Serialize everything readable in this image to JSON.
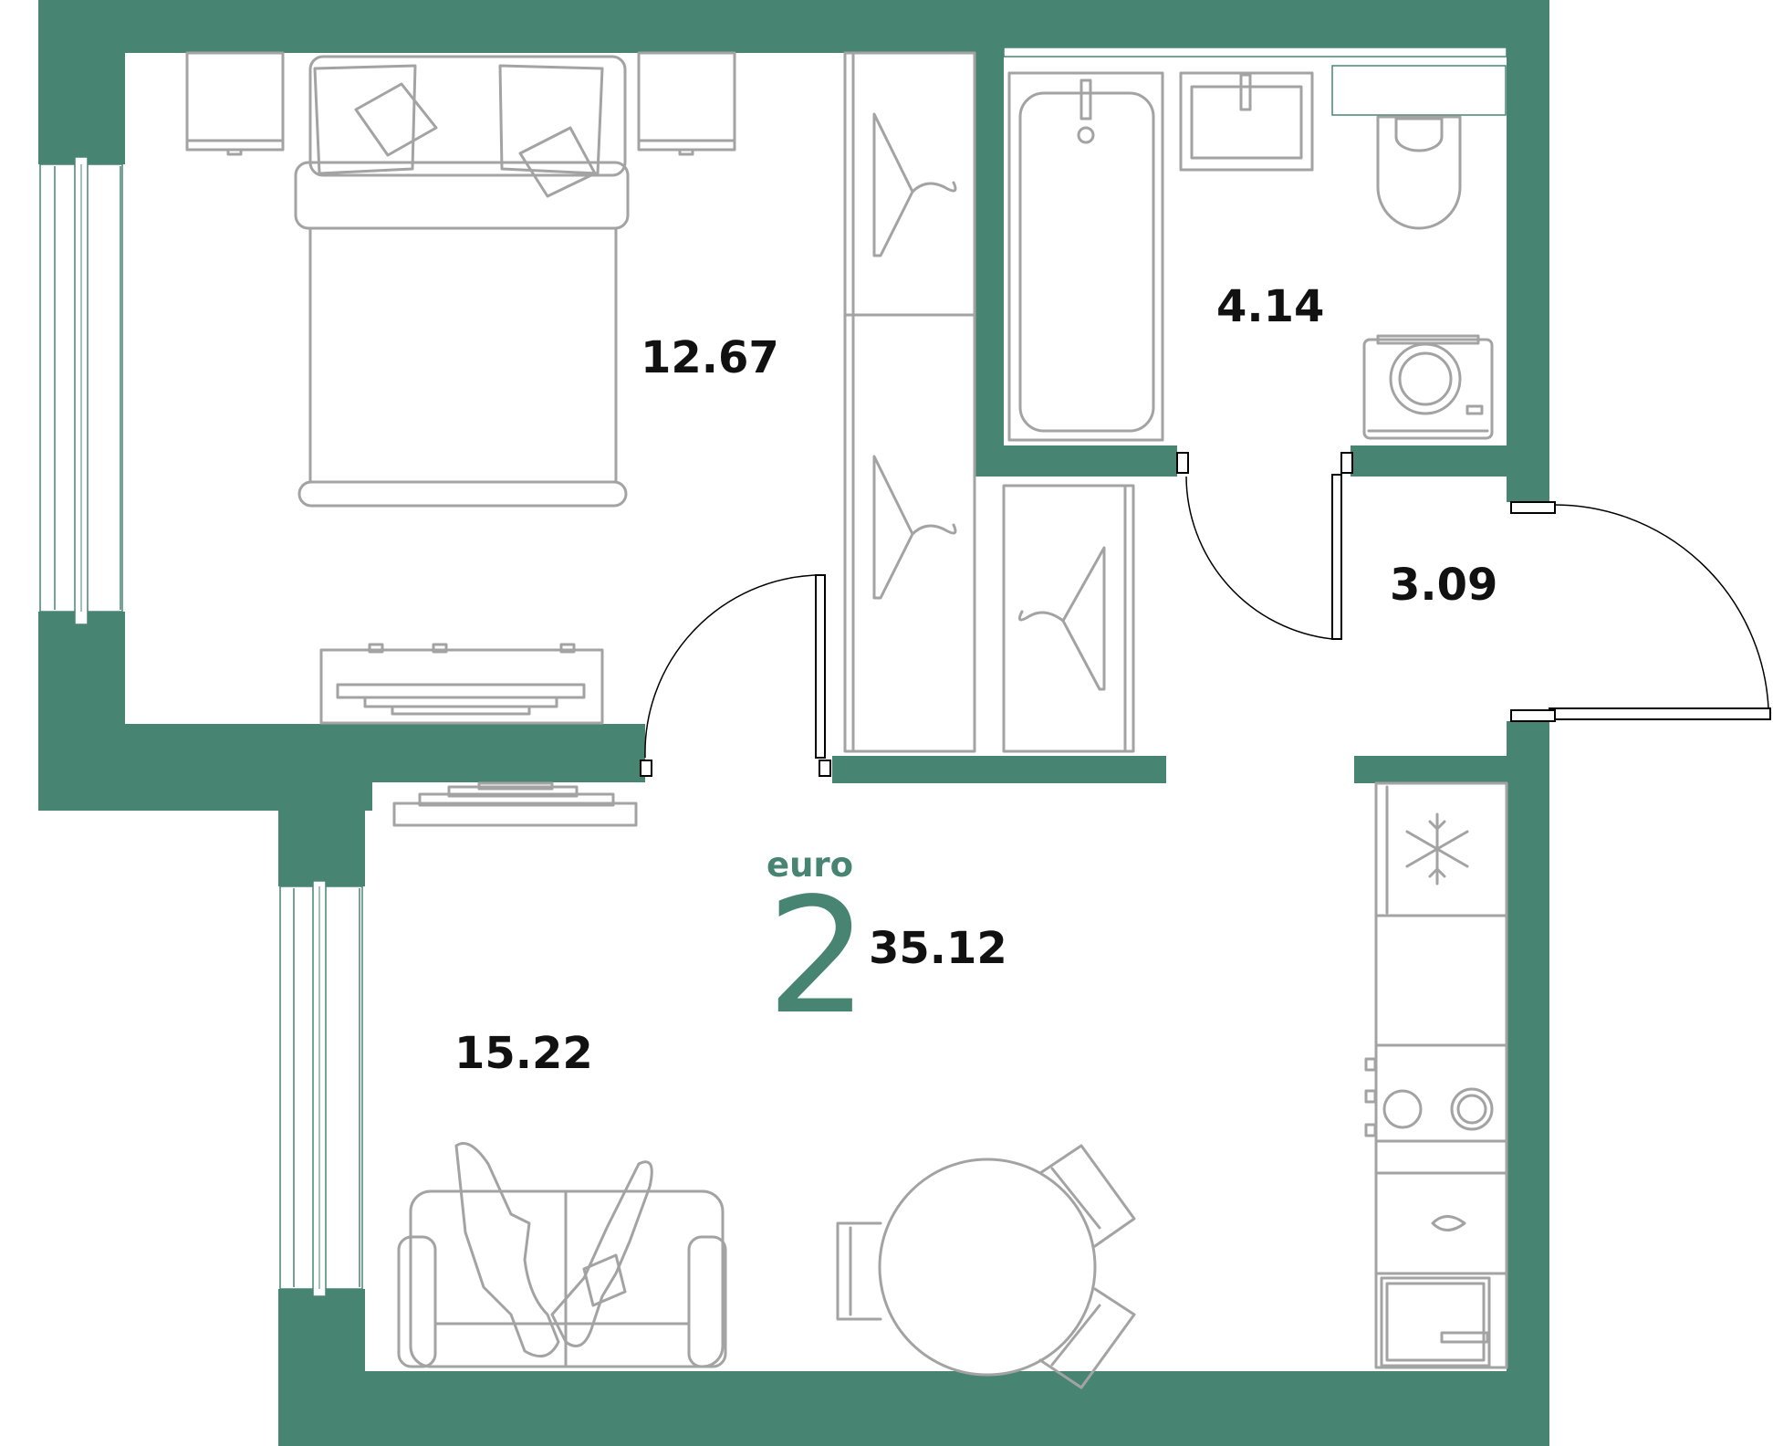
{
  "plan": {
    "type_label": "euro",
    "rooms_count": "2",
    "total_area": "35.12",
    "rooms": [
      {
        "id": "bedroom",
        "area": "12.67"
      },
      {
        "id": "bathroom",
        "area": "4.14"
      },
      {
        "id": "hallway",
        "area": "3.09"
      },
      {
        "id": "kitchen-living",
        "area": "15.22"
      }
    ]
  },
  "colors": {
    "wall": "#478572",
    "furniture": "#a3a3a3",
    "text": "#111111",
    "brand": "#478572"
  },
  "icons": [
    "bed-icon",
    "wardrobe-icon",
    "bathtub-icon",
    "sink-icon",
    "toilet-icon",
    "washing-machine-icon",
    "tv-icon",
    "sofa-icon",
    "dining-table-icon",
    "fridge-icon",
    "stove-icon",
    "kitchen-sink-icon"
  ]
}
